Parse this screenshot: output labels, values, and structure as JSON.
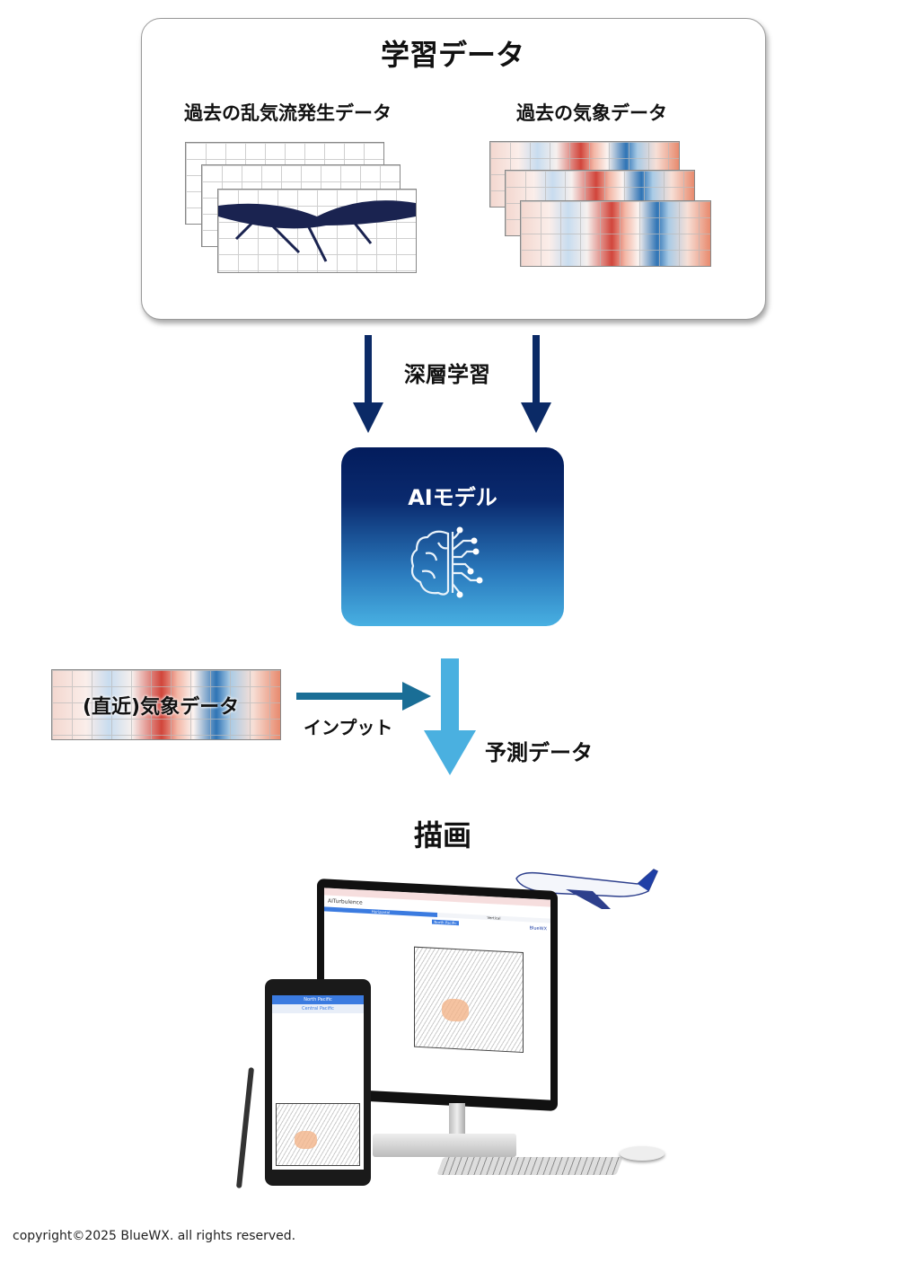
{
  "training": {
    "title": "学習データ",
    "turbulence_label": "過去の乱気流発生データ",
    "weather_label": "過去の気象データ"
  },
  "deep_learning_label": "深層学習",
  "ai_model": {
    "title": "AIモデル",
    "icon": "brain-circuit-icon"
  },
  "input": {
    "map_label": "(直近)気象データ",
    "arrow_label": "インプット"
  },
  "prediction_label": "予測データ",
  "render_label": "描画",
  "devices": {
    "app_title": "AITurbulence",
    "tab_horizontal": "Horizontal",
    "tab_vertical": "Vertical",
    "region_selected": "North Pacific",
    "tablet_region_1": "North Pacific",
    "tablet_region_2": "Central Pacific",
    "brand": "BlueWX"
  },
  "colors": {
    "dark_navy": "#031c5c",
    "light_blue": "#48b0e2",
    "arrow_navy": "#0b2a66",
    "input_arrow": "#1a6e96",
    "predict_arrow": "#4ab0e0"
  },
  "copyright": "copyright©2025 BlueWX. all rights reserved."
}
